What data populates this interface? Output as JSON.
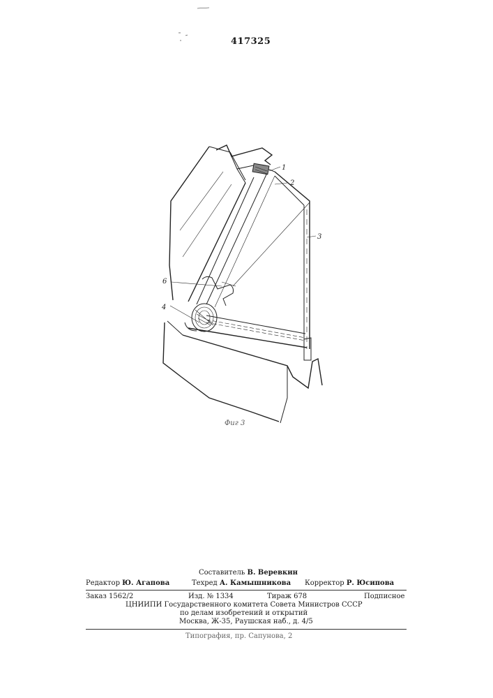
{
  "header": {
    "patent_number": "417325"
  },
  "figure": {
    "callouts": [
      "1",
      "2",
      "3",
      "4",
      "6"
    ],
    "caption": "Фиг 3"
  },
  "imprint": {
    "compiler": {
      "label": "Составитель",
      "name": "В. Веревкин"
    },
    "editor": {
      "label": "Редактор",
      "name": "Ю. Агапова"
    },
    "techred": {
      "label": "Техред",
      "name": "А. Камышникова"
    },
    "corrector": {
      "label": "Корректор",
      "name": "Р. Юсипова"
    },
    "order": "Заказ 1562/2",
    "izd": "Изд. № 1334",
    "tirazh": "Тираж 678",
    "subscription": "Подписное",
    "org_line1": "ЦНИИПИ Государственного комитета Совета Министров СССР",
    "org_line2": "по делам изобретений и открытий",
    "org_line3": "Москва, Ж-35, Раушская наб., д. 4/5",
    "printer": "Типография, пр. Сапунова, 2"
  }
}
